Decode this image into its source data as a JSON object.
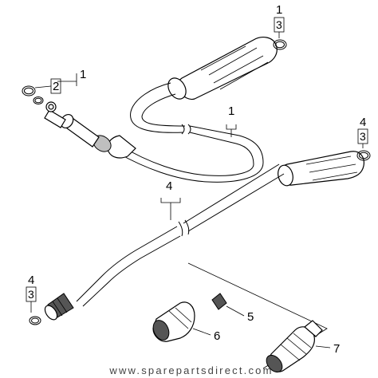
{
  "labels": {
    "grip_top_right_1": "1",
    "grip_top_right_3": "3",
    "nozzle_left_1": "1",
    "nozzle_left_2": "2",
    "hose_1": "1",
    "right_handle_4": "4",
    "right_handle_3": "3",
    "lance_4": "4",
    "bottom_left_4": "4",
    "bottom_left_3": "3",
    "part_5": "5",
    "part_6": "6",
    "part_7": "7"
  },
  "watermark": "www.sparepartsdirect.com"
}
